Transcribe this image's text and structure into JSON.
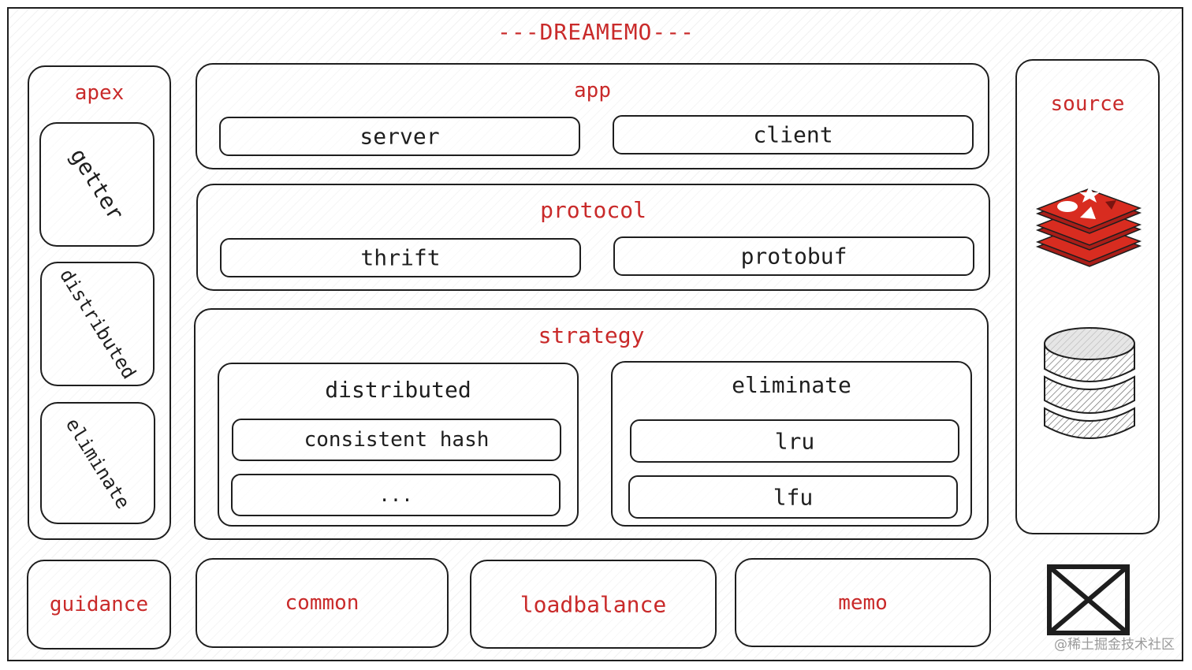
{
  "title": "---DREAMEMO---",
  "apex": {
    "label": "apex",
    "items": [
      "getter",
      "distributed",
      "eliminate"
    ]
  },
  "app": {
    "label": "app",
    "items": [
      "server",
      "client"
    ]
  },
  "protocol": {
    "label": "protocol",
    "items": [
      "thrift",
      "protobuf"
    ]
  },
  "strategy": {
    "label": "strategy",
    "distributed": {
      "label": "distributed",
      "items": [
        "consistent hash",
        "..."
      ]
    },
    "eliminate": {
      "label": "eliminate",
      "items": [
        "lru",
        "lfu"
      ]
    }
  },
  "source": {
    "label": "source",
    "icons": [
      "redis-stack-icon",
      "database-cylinder-icon"
    ]
  },
  "bottom": [
    "guidance",
    "common",
    "loadbalance",
    "memo"
  ],
  "bottom_icon": "empty-placeholder-icon",
  "watermark": "@稀土掘金技术社区",
  "colors": {
    "accent_red": "#c92a2a",
    "stroke": "#1e1e1e",
    "redis_red": "#d82c20"
  }
}
